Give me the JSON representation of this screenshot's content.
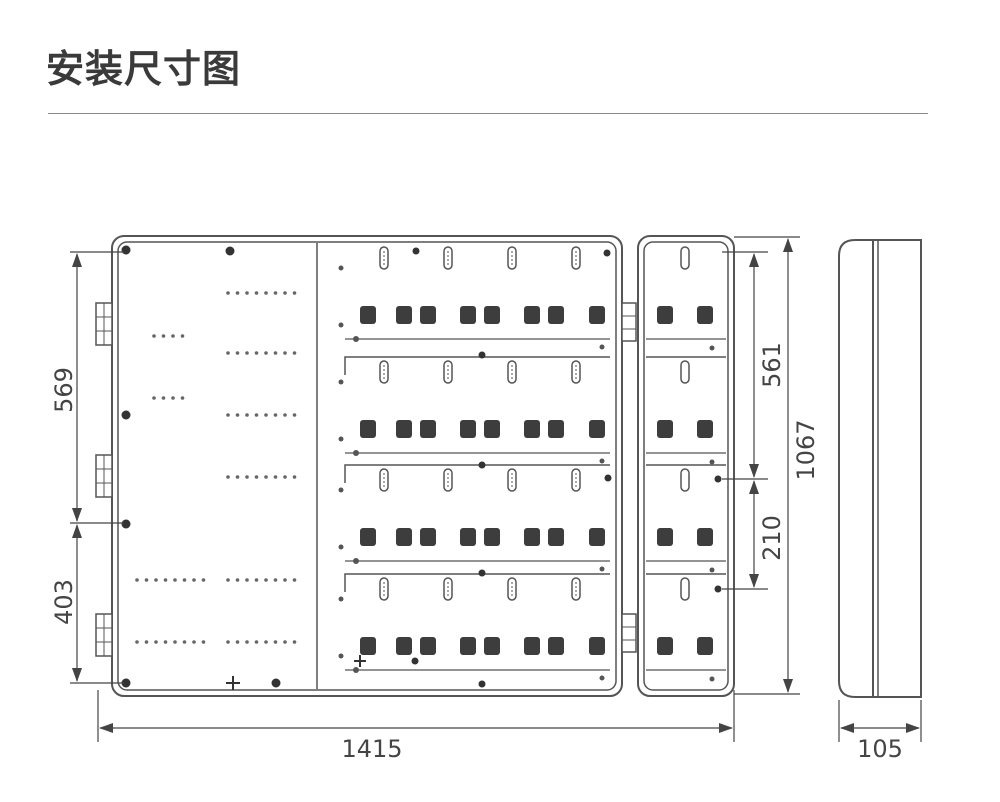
{
  "title": "安装尺寸图",
  "dimensions": {
    "total_width": "1415",
    "depth": "105",
    "total_height": "1067",
    "upper_left": "569",
    "lower_left": "403",
    "upper_right": "561",
    "lower_right": "210"
  },
  "colors": {
    "outline": "#555555",
    "text": "#444444",
    "terminal": "#3d3d3d",
    "title": "#3a3a3a"
  }
}
